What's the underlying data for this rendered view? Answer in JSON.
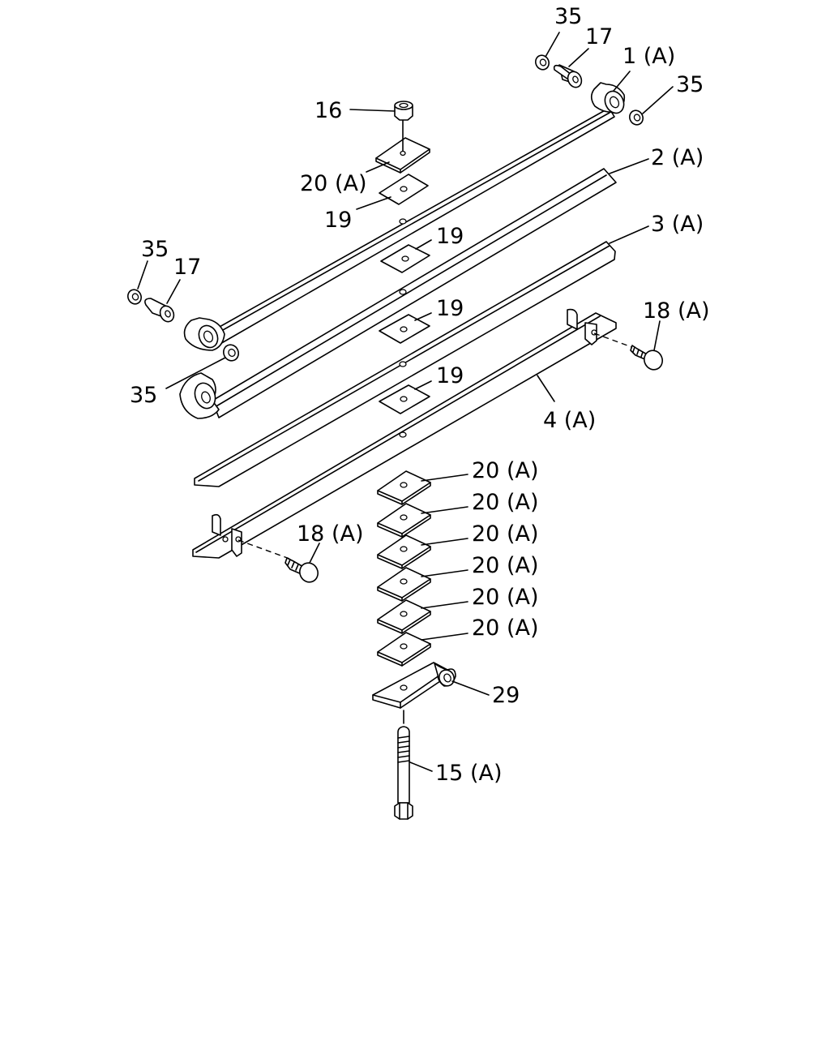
{
  "diagram": {
    "callouts": {
      "c35_top": "35",
      "c17_top": "17",
      "c1A": "1 (A)",
      "c35_right": "35",
      "c16": "16",
      "c2A": "2 (A)",
      "c20A_top": "20 (A)",
      "c19_a": "19",
      "c3A": "3 (A)",
      "c35_left": "35",
      "c17_left": "17",
      "c19_b": "19",
      "c19_c": "19",
      "c18A_right": "18 (A)",
      "c35_lower": "35",
      "c19_d": "19",
      "c4A": "4 (A)",
      "c20A_1": "20 (A)",
      "c20A_2": "20 (A)",
      "c20A_3": "20 (A)",
      "c20A_4": "20 (A)",
      "c20A_5": "20 (A)",
      "c20A_6": "20 (A)",
      "c18A_left": "18 (A)",
      "c29": "29",
      "c15A": "15 (A)"
    }
  }
}
